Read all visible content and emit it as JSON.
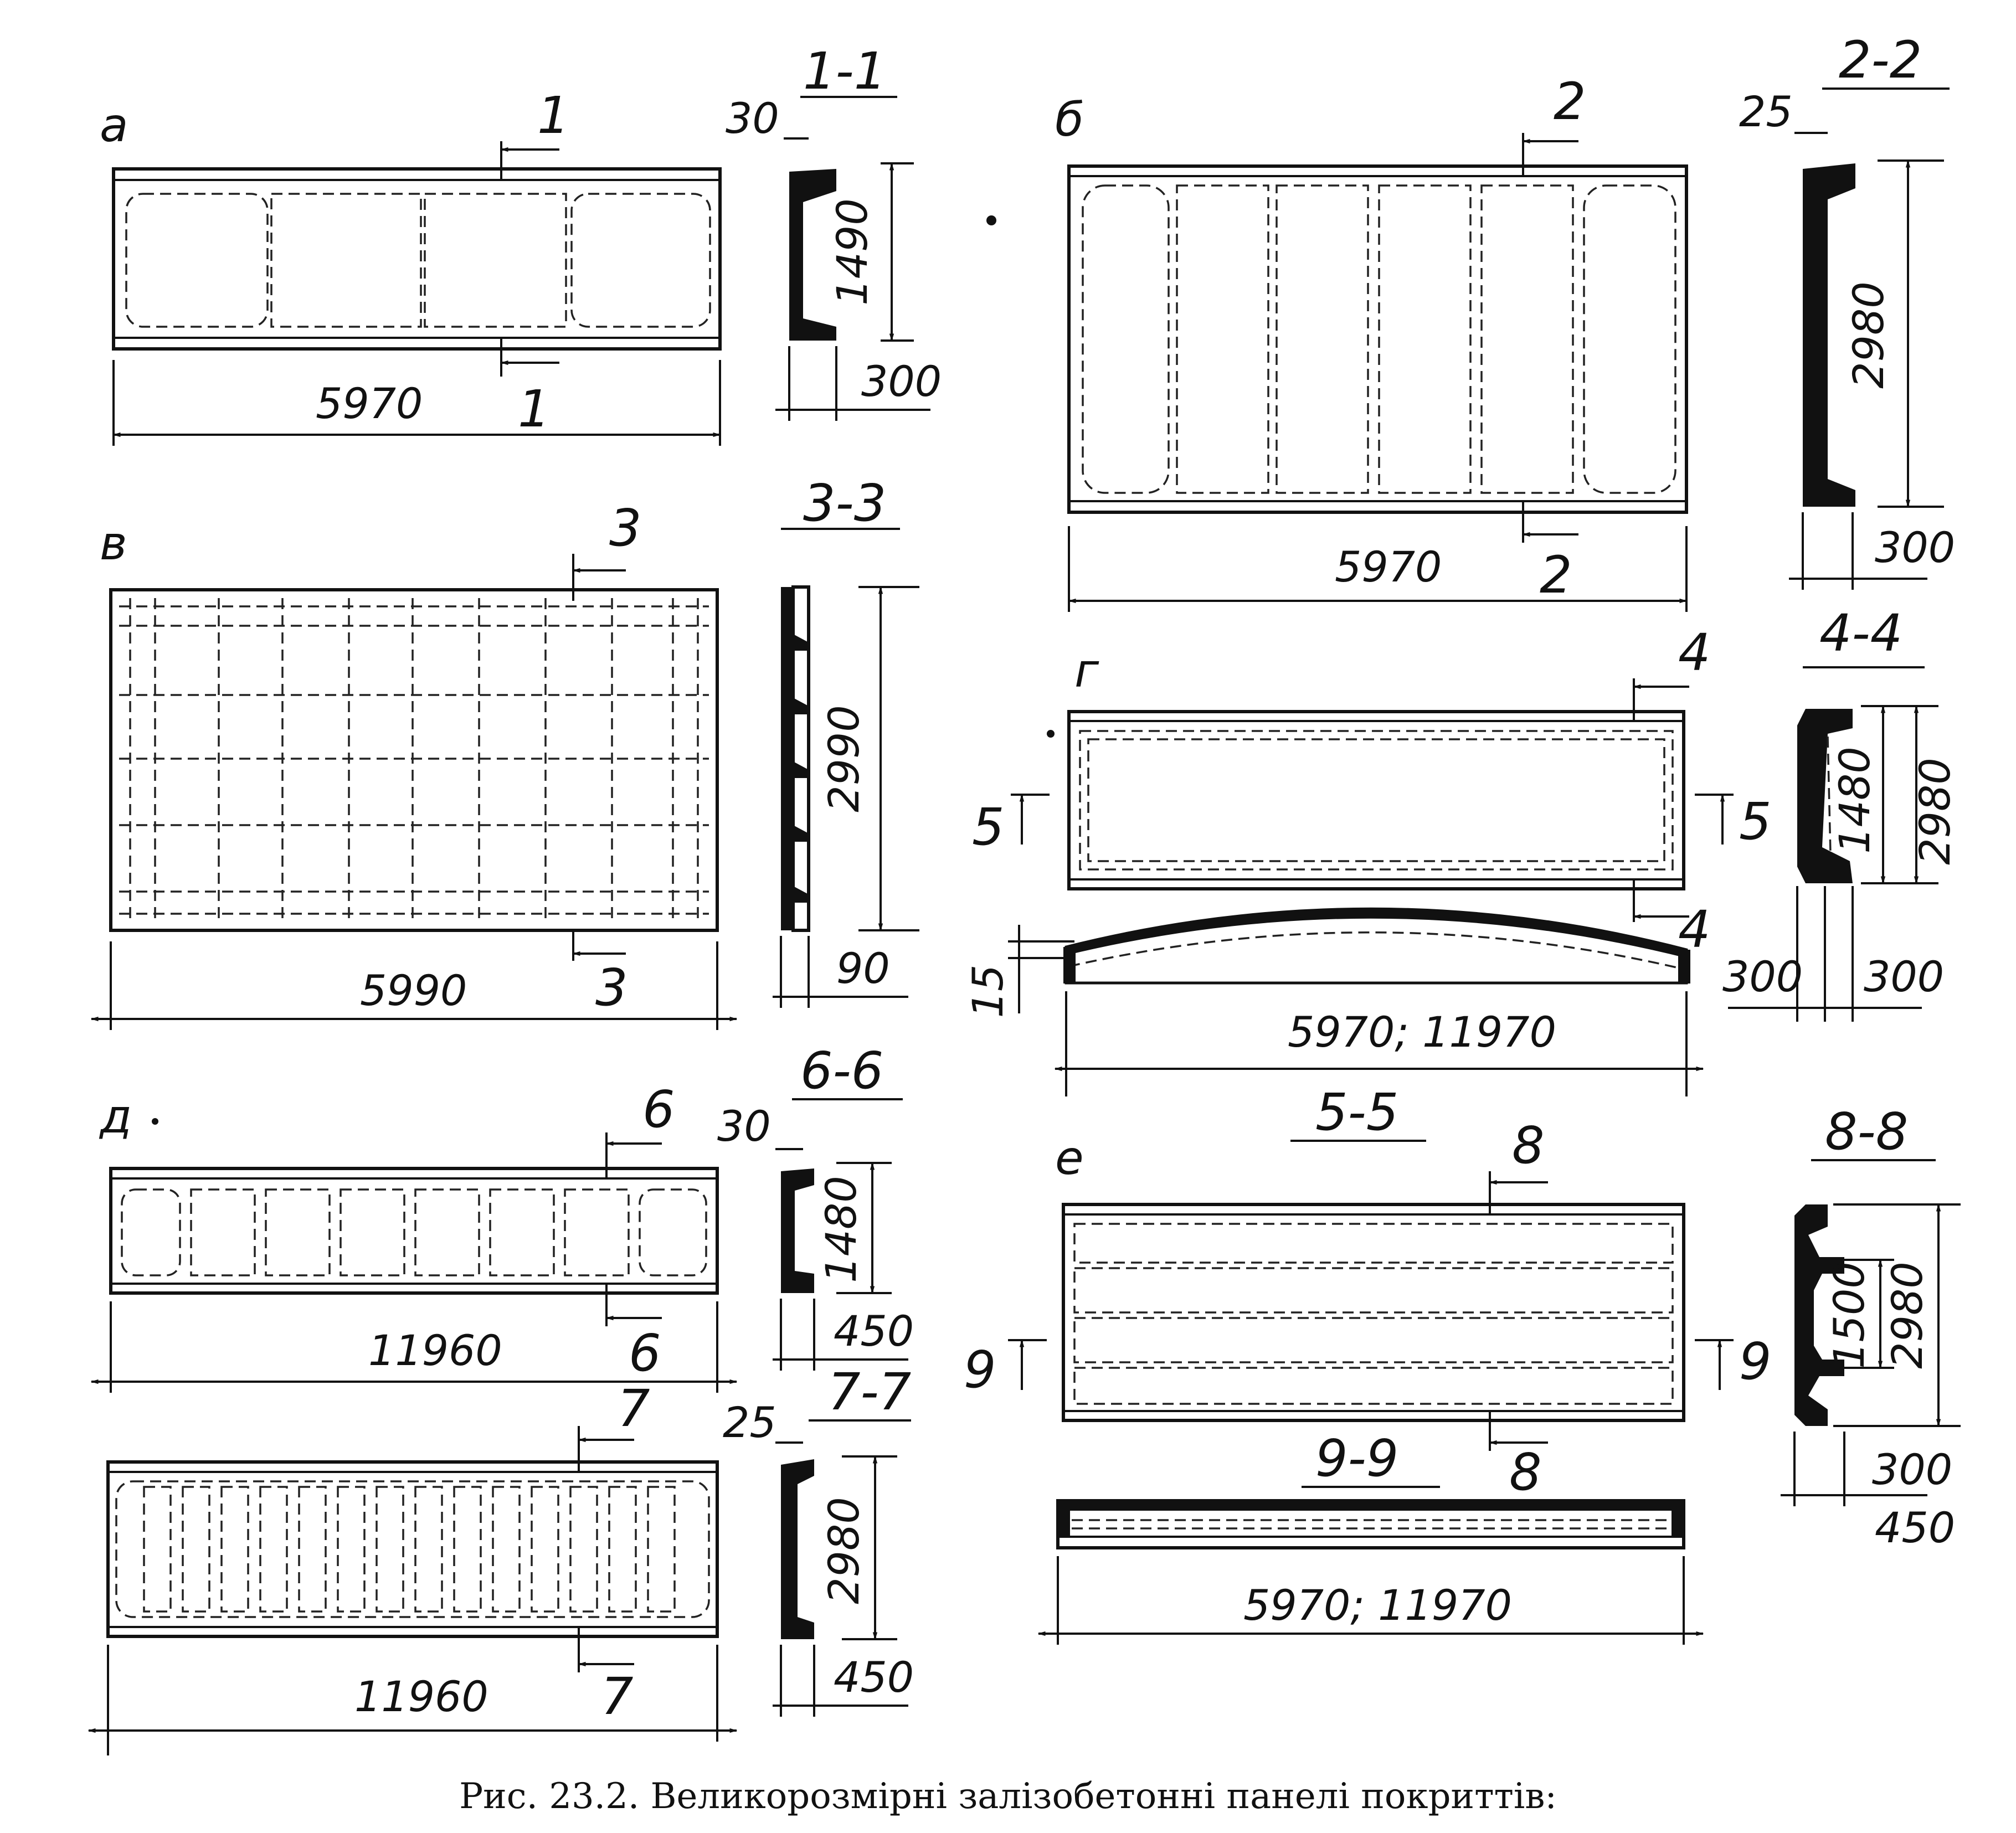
{
  "panels": {
    "a": {
      "letter": "а",
      "length_label": "5970",
      "section_number": "1",
      "section_title": "1-1",
      "section_dims": [
        "30",
        "1490",
        "300"
      ]
    },
    "b": {
      "letter": "б",
      "length_label": "5970",
      "section_number": "2",
      "section_title": "2-2",
      "section_dims": [
        "25",
        "2980",
        "300"
      ]
    },
    "v": {
      "letter": "в",
      "length_label": "5990",
      "section_number": "3",
      "section_title": "3-3",
      "section_dims": [
        "2990",
        "90"
      ]
    },
    "g": {
      "letter": "г",
      "length_label": "5970; 11970",
      "section_number": "4",
      "section_title": "4-4",
      "section_dims": [
        "1480",
        "2980",
        "300",
        "300"
      ],
      "cut_number": "5",
      "cut_title": "5-5",
      "arch_dim": "15"
    },
    "d": {
      "letter": "д",
      "length_label": "11960",
      "section_number": "6",
      "section_title": "6-6",
      "section_dims": [
        "30",
        "1480",
        "450"
      ]
    },
    "d2": {
      "length_label": "11960",
      "section_number": "7",
      "section_title": "7-7",
      "section_dims": [
        "25",
        "2980",
        "450"
      ]
    },
    "e": {
      "letter": "е",
      "length_label": "5970; 11970",
      "section_number": "8",
      "section_title": "8-8",
      "section_dims": [
        "1500",
        "2980",
        "300",
        "450"
      ],
      "cut_number": "9",
      "cut_title": "9-9"
    }
  },
  "caption": "Рис. 23.2. Великорозмірні залізобетонні панелі покриттів:"
}
